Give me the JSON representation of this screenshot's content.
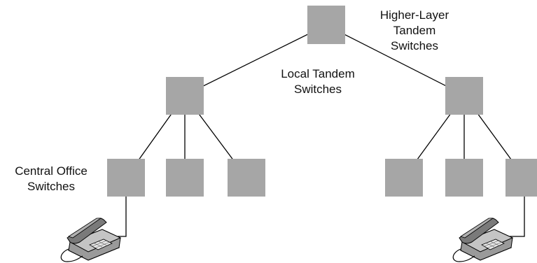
{
  "labels": {
    "higher_layer": [
      "Higher-Layer",
      "Tandem",
      "Switches"
    ],
    "local_tandem": [
      "Local Tandem",
      "Switches"
    ],
    "central_office": [
      "Central Office",
      "Switches"
    ]
  },
  "colors": {
    "switch_fill": "#a6a6a6",
    "line": "#000000",
    "phone_body": "#9a9a9a",
    "phone_dark": "#3a3a3a"
  },
  "icons": {
    "switch": "square-switch-icon",
    "telephone": "desk-telephone-icon"
  }
}
